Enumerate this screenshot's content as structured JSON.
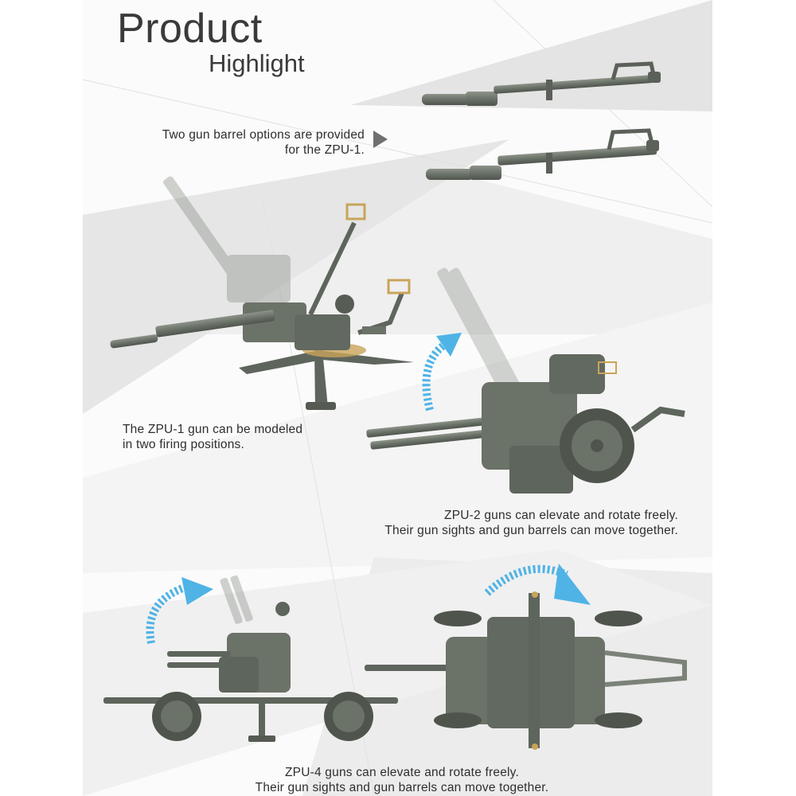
{
  "header": {
    "title": "Product",
    "subtitle": "Highlight"
  },
  "captions": {
    "barrel_line1": "Two gun barrel options are provided",
    "barrel_line2": "for the ZPU-1.",
    "zpu1_line1": "The ZPU-1 gun can be modeled",
    "zpu1_line2": "in two firing positions.",
    "zpu2_line1": "ZPU-2 guns can elevate and rotate freely.",
    "zpu2_line2": "Their gun sights and gun barrels can move together.",
    "zpu4_line1": "ZPU-4 guns can elevate and rotate freely.",
    "zpu4_line2": "Their gun sights and gun barrels can move together."
  },
  "colors": {
    "model_green": "#6b7268",
    "model_dark": "#555b53",
    "model_light": "#8a9087",
    "arrow_blue": "#4fb3e6",
    "brass": "#c9a45a",
    "panel_grey": "#e9e9e9"
  },
  "icons": {
    "pointer": "right-triangle-icon",
    "rotation": "curved-arrow-icon"
  }
}
